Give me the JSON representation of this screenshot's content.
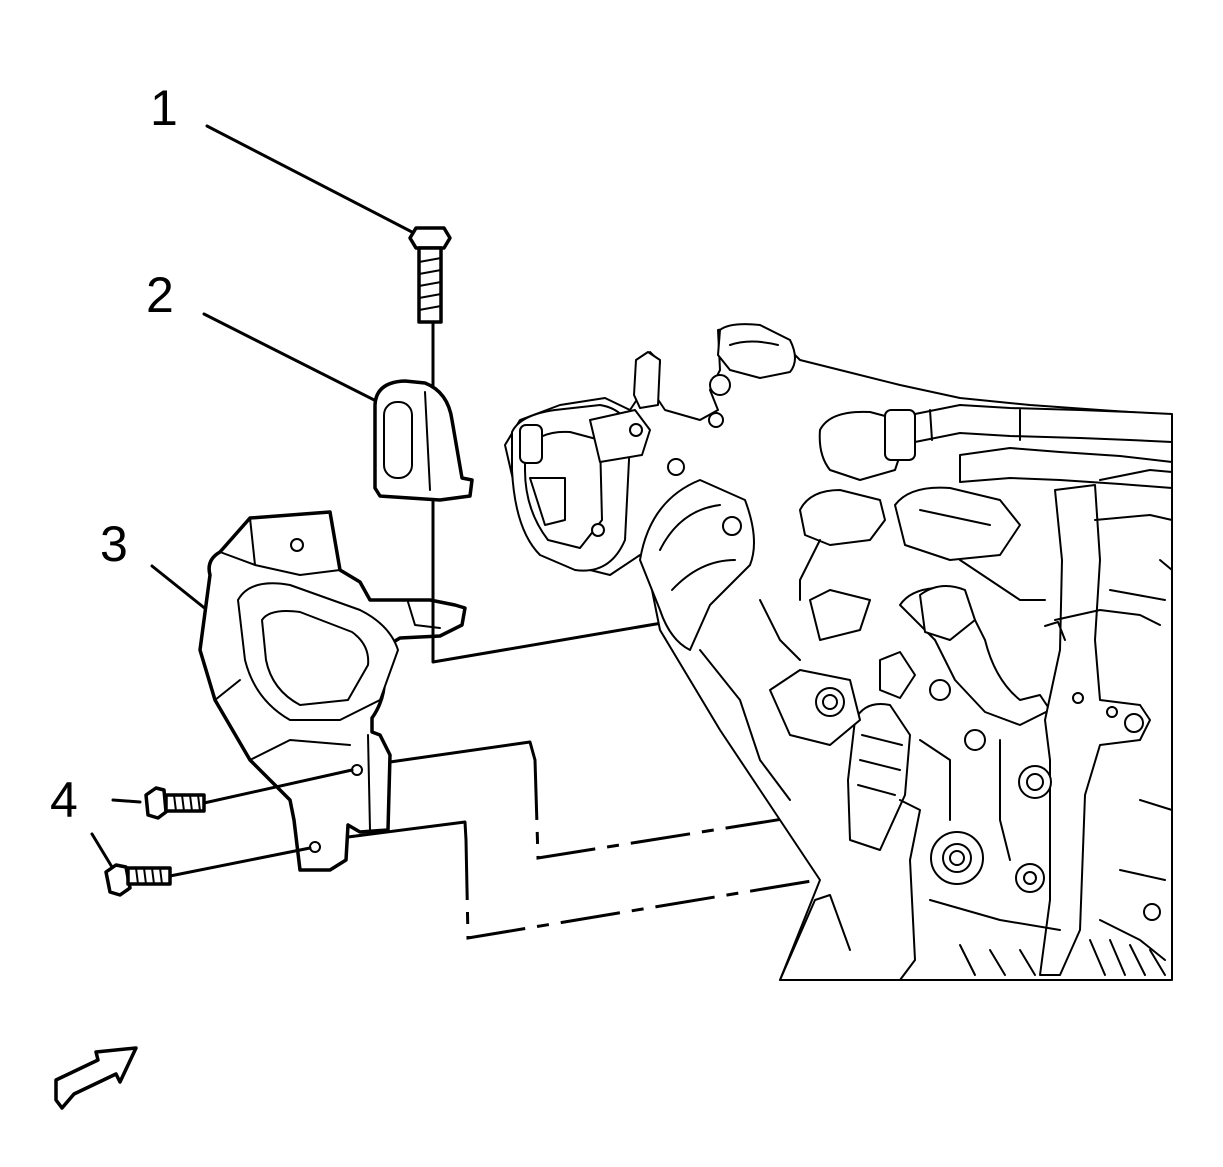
{
  "callouts": [
    {
      "id": "1",
      "label": "1"
    },
    {
      "id": "2",
      "label": "2"
    },
    {
      "id": "3",
      "label": "3"
    },
    {
      "id": "4",
      "label": "4"
    }
  ],
  "orientation_icon": "front-direction-arrow-icon"
}
